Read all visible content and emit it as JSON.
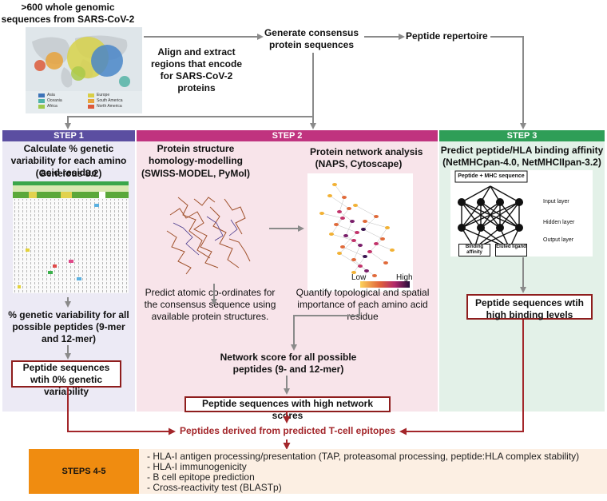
{
  "top": {
    "genomes": ">600 whole genomic sequences from SARS-CoV-2 global strains",
    "align": "Align and extract regions that encode for SARS-CoV-2 proteins",
    "consensus": "Generate consensus protein sequences",
    "repertoire": "Peptide repertoire",
    "map_legend": [
      "Asia",
      "Oceania",
      "Africa",
      "Europe",
      "South America",
      "North America"
    ]
  },
  "step1": {
    "header": "STEP 1",
    "title": "Calculate % genetic variability for each amino acid residue",
    "tool": "(Geneious 8.2)",
    "result": "% genetic variability for all possible peptides (9-mer and 12-mer)",
    "box": "Peptide sequences wtih 0% genetic variability"
  },
  "step2": {
    "header": "STEP 2",
    "structure_title": "Protein structure homology-modelling",
    "structure_tool": "(SWISS-MODEL, PyMol)",
    "network_title": "Protein network analysis",
    "network_tool": "(NAPS, Cytoscape)",
    "scale_low": "Low",
    "scale_high": "High",
    "predict_text": "Predict atomic co-ordinates  for the consensus sequence using available protein structures.",
    "quantify_text": "Quantify topological and spatial importance of each amino acid residue",
    "network_score": "Network score for all possible peptides (9- and 12-mer)",
    "box": "Peptide sequences with high network scores"
  },
  "step3": {
    "header": "STEP 3",
    "title": "Predict peptide/HLA binding affinity",
    "tool": "(NetMHCpan-4.0, NetMHCIIpan-3.2)",
    "nn_input": "Peptide + MHC sequence",
    "input_layer": "Input layer",
    "hidden_layer": "Hidden layer",
    "output_layer": "Output layer",
    "binding": "Binding affinity",
    "eluted": "Eluted ligand",
    "box": "Peptide sequences wtih high binding levels"
  },
  "converge": "Peptides derived from predicted T-cell epitopes",
  "steps45": {
    "label": "STEPS 4-5",
    "items": [
      "- HLA-I antigen processing/presentation (TAP, proteasomal processing, peptide:HLA complex stability)",
      "- HLA-I immunogenicity",
      "- B cell epitope prediction",
      "- Cross-reactivity test (BLASTp)"
    ]
  },
  "colors": {
    "step1": "#5b4ea1",
    "step2": "#c0337f",
    "step3": "#2f9e57",
    "arrow_gray": "#8a8a8a",
    "arrow_red": "#a3262a",
    "steps45": "#f08c10"
  }
}
